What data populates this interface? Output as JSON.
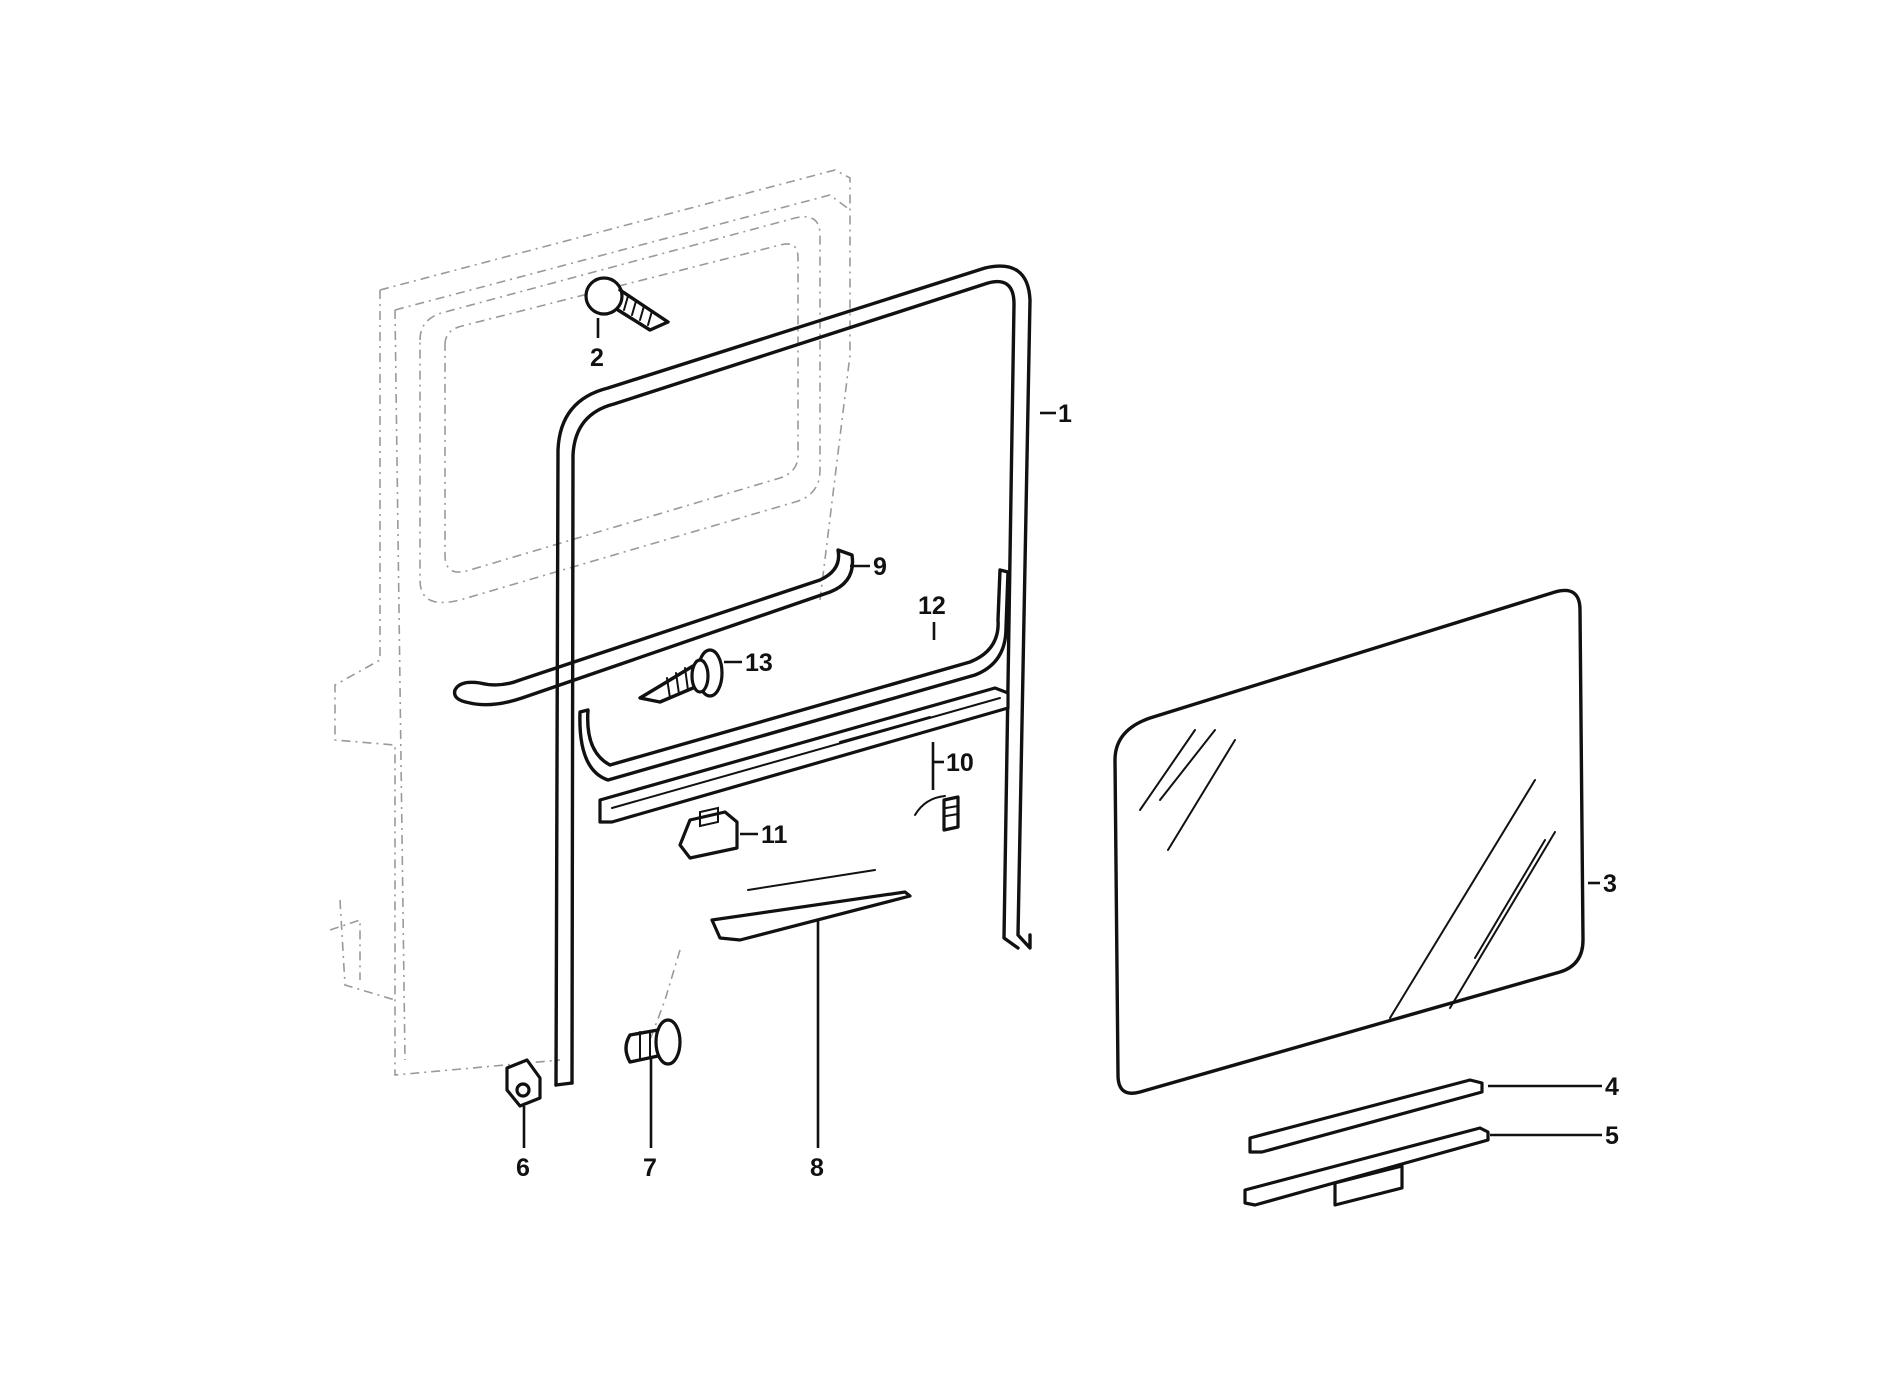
{
  "callouts": {
    "c1": "1",
    "c2": "2",
    "c3": "3",
    "c4": "4",
    "c5": "5",
    "c6": "6",
    "c7": "7",
    "c8": "8",
    "c9": "9",
    "c10": "10",
    "c11": "11",
    "c12": "12",
    "c13": "13"
  },
  "colors": {
    "ink": "#111111",
    "ghost": "#9a9a9a",
    "background": "#ffffff"
  }
}
